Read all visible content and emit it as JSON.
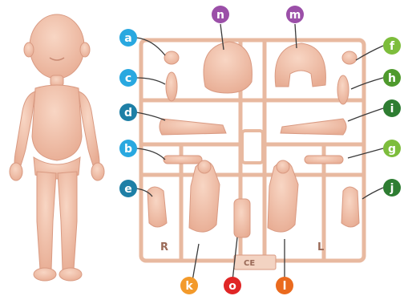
{
  "figure": {
    "skin_color": "#f2c3ac",
    "skin_shadow": "#d99a82",
    "frame_color": "#ecc2ab",
    "line_color": "#3a3a3a"
  },
  "frame": {
    "left_side_label": "R",
    "right_side_label": "L",
    "ce_mark": "CE"
  },
  "callouts": [
    {
      "id": "a",
      "label": "a",
      "color": "#29a8e0"
    },
    {
      "id": "b",
      "label": "b",
      "color": "#29a8e0"
    },
    {
      "id": "c",
      "label": "c",
      "color": "#29a8e0"
    },
    {
      "id": "d",
      "label": "d",
      "color": "#1e7fa6"
    },
    {
      "id": "e",
      "label": "e",
      "color": "#1e7fa6"
    },
    {
      "id": "f",
      "label": "f",
      "color": "#7dbd3c"
    },
    {
      "id": "g",
      "label": "g",
      "color": "#7dbd3c"
    },
    {
      "id": "h",
      "label": "h",
      "color": "#4f9a2d"
    },
    {
      "id": "i",
      "label": "i",
      "color": "#2e7d32"
    },
    {
      "id": "j",
      "label": "j",
      "color": "#2e7d32"
    },
    {
      "id": "k",
      "label": "k",
      "color": "#f39a2b"
    },
    {
      "id": "l",
      "label": "l",
      "color": "#ea6a1e"
    },
    {
      "id": "m",
      "label": "m",
      "color": "#9b4fa8"
    },
    {
      "id": "n",
      "label": "n",
      "color": "#9b4fa8"
    },
    {
      "id": "o",
      "label": "o",
      "color": "#e02626"
    }
  ]
}
